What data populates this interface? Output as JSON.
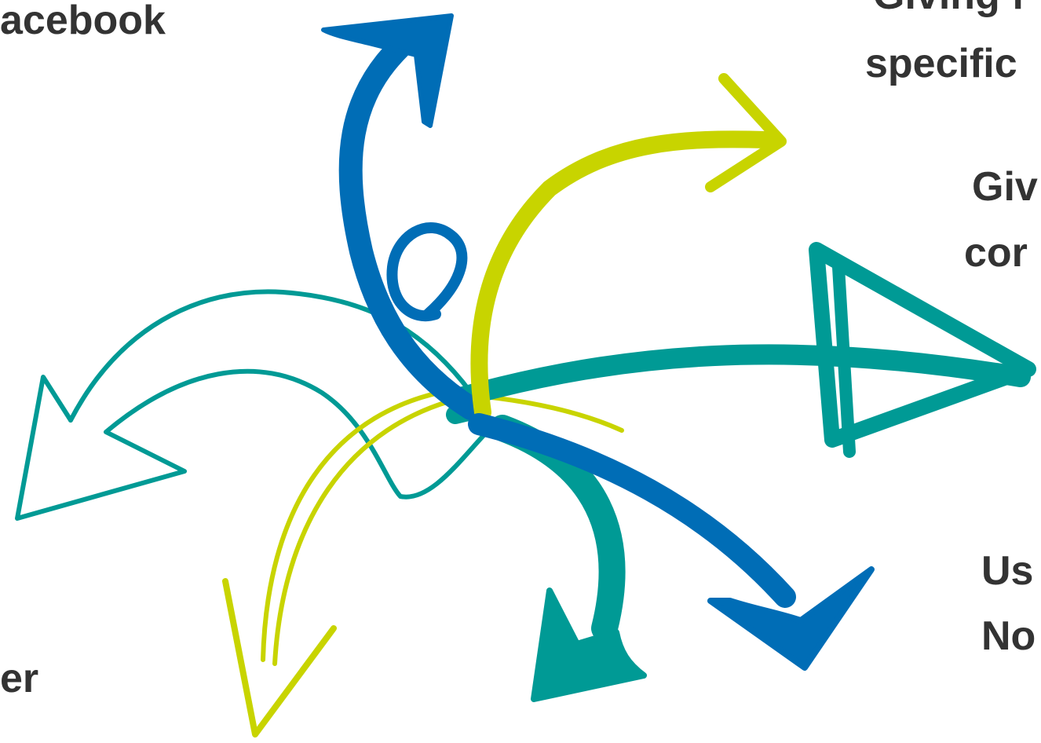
{
  "colors": {
    "blue": "#006db6",
    "lime": "#c8d400",
    "teal": "#009a95",
    "text": "#333333"
  },
  "labels": {
    "top_left_line1": "acebook",
    "top_right_line1": "Giving f",
    "top_right_line2": "specific",
    "mid_right_line1": "Giv",
    "mid_right_line2": "cor",
    "bottom_right_line1": "Us",
    "bottom_right_line2": "No",
    "bottom_left_line1": "er"
  }
}
